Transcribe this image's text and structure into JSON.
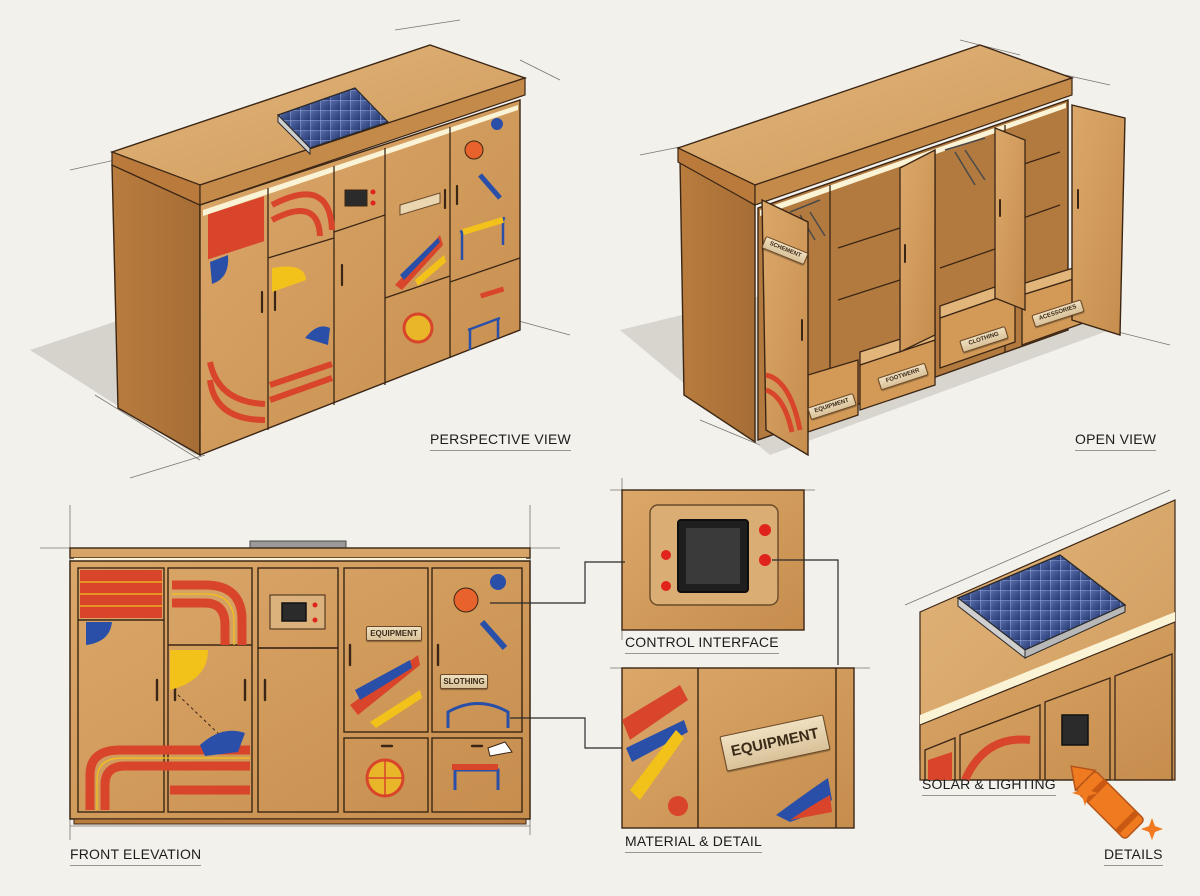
{
  "captions": {
    "perspective_view": "PERSPECTIVE VIEW",
    "open_view": "OPEN VIEW",
    "front_elevation": "FRONT ELEVATION",
    "control_interface": "CONTROL INTERFACE",
    "material_detail": "MATERIAL & DETAIL",
    "solar_lighting": "SOLAR & LIGHTING",
    "details": "DETAILS"
  },
  "door_labels": {
    "equipment": "EQUIPMENT",
    "clothing": "SLOTHING",
    "detail_equipment": "EQUIPMENT"
  },
  "open_view_labels": {
    "door_tag": "SCHEMENT",
    "drawer_1": "EQUIPMENT",
    "drawer_2": "FOOTWERR",
    "drawer_3": "CLOTHING",
    "drawer_4": "ACESSORIES"
  },
  "icons": {
    "logo": "crayon-icon",
    "solar": "solar-panel-icon",
    "screen": "touch-screen-icon",
    "basketball": "basketball-icon",
    "hurdle": "hurdle-icon",
    "sneaker": "sneaker-icon",
    "hanger": "coat-hanger-icon"
  },
  "colors": {
    "wood_light": "#d9a466",
    "wood_mid": "#c98f4f",
    "wood_dark": "#a06a34",
    "outline": "#3b2615",
    "track_red": "#d8452b",
    "accent_yellow": "#f2c21a",
    "accent_blue": "#2a4fa8",
    "screen_dark": "#2b2b2b",
    "led_red": "#e0231c",
    "solar_blue": "#3a4f8c",
    "logo_orange": "#f07a1f"
  }
}
